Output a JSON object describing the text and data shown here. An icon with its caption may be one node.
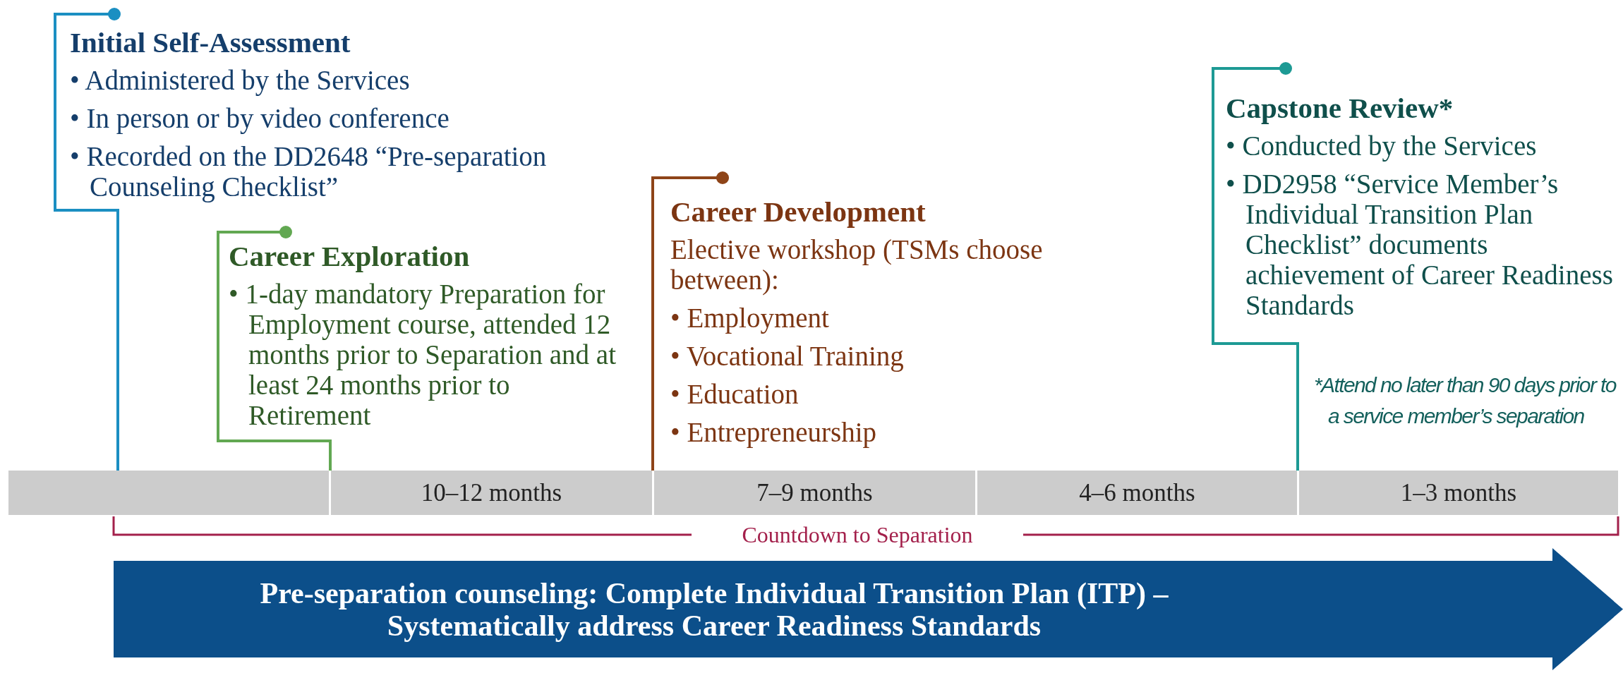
{
  "diagram": {
    "nodes": [
      {
        "text": [
          "Initial Self-Assessment",
          "• Administered by the Services",
          "• In person or by video conference",
          "• Recorded on the DD2648 “Pre-separation Counseling Checklist”"
        ]
      },
      {
        "text": [
          "Career Exploration",
          "• 1-day mandatory Preparation for Employment course, attended 12 months prior to Separation and at least 24 months prior to Retirement"
        ]
      },
      {
        "text": [
          "Career Development",
          "Elective workshop (TSMs choose between):",
          "• Employment",
          "• Vocational Training",
          "• Education",
          "• Entrepreneurship"
        ]
      },
      {
        "text": [
          "Capstone Review*",
          "• Conducted by the Services",
          "• DD2958 “Service Member’s Individual Transition Plan Checklist” documents achievement of Career Readiness Standards"
        ]
      },
      {
        "text": [],
        "shape": "box"
      },
      {
        "text": [
          "10–12 months"
        ]
      },
      {
        "text": [
          "7–9 months"
        ]
      },
      {
        "text": [
          "4–6 months"
        ]
      },
      {
        "text": [
          "1–3 months"
        ]
      },
      {
        "text": [
          "Pre-separation counseling: Complete Individual Transition Plan (ITP) – Systematically address Career Readiness Standards"
        ]
      }
    ],
    "edges": [
      {
        "from": 0,
        "to": 4,
        "arrow": "other",
        "color": "#1b8fc2"
      },
      {
        "from": 1,
        "to": 5,
        "arrow": "other",
        "color": "#62a852"
      },
      {
        "from": 2,
        "to": 6,
        "arrow": "other",
        "color": "#8e4418"
      },
      {
        "from": 3,
        "to": 8,
        "arrow": "other",
        "color": "#1d9a94"
      }
    ],
    "labels": [
      "*Attend no later than 90 days prior to a service member’s separation",
      "Countdown to Separation"
    ]
  }
}
